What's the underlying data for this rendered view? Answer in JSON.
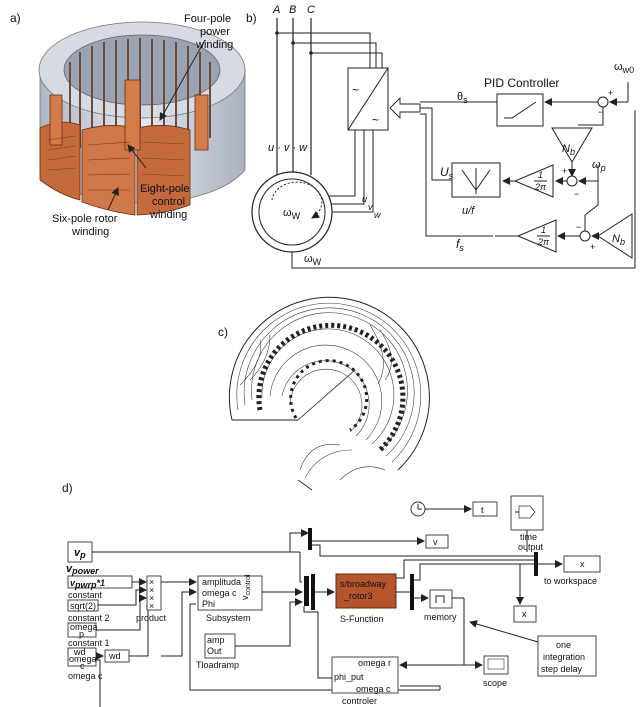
{
  "panel_a": {
    "label": "a)",
    "annot_power": [
      "Four-pole",
      "power",
      "winding"
    ],
    "annot_control": [
      "Eight-pole",
      "control",
      "winding"
    ],
    "annot_rotor": [
      "Six-pole rotor",
      "winding"
    ],
    "colors": {
      "copper": "#c46a3c",
      "stator": "#c9d0dc",
      "core": "#8e97a6"
    }
  },
  "panel_b": {
    "label": "b)",
    "phases": [
      "A",
      "B",
      "C"
    ],
    "motor_terminals": "u · v · w",
    "motor_speed": "ω",
    "motor_speed_sub": "W",
    "out_u": "u",
    "out_v": "v",
    "out_w": "w",
    "feedback_speed": "ω",
    "feedback_speed_sub": "W",
    "inverter_sym_top": "~",
    "inverter_sym_bot": "~",
    "pid_title": "PID Controller",
    "theta": "θ",
    "theta_sub": "s",
    "ref_speed": "ω",
    "ref_speed_sub": "w0",
    "us": "U",
    "us_sub": "s",
    "uf": "u/f",
    "fs": "f",
    "fs_sub": "s",
    "nb": "N",
    "nb_sub": "b",
    "omega_p": "ω",
    "omega_p_sub": "p",
    "gain_num": "1",
    "gain_den": "2π",
    "signs": {
      "plus": "+",
      "minus": "−"
    }
  },
  "panel_c": {
    "label": "c)"
  },
  "panel_d": {
    "label": "d)",
    "vp": "v",
    "vp_sub": "p",
    "v_power": "v",
    "v_power_sub": "power",
    "vpwr_block": "v",
    "vpwr_block_sub": "pwrp",
    "vpwr_block_tail": "*1",
    "constant_label": "constant",
    "sqrt_block": "sqrt(2)",
    "constant2_label": "constant 2",
    "omega_p_block": [
      "omega",
      "p"
    ],
    "constant1_label": "constant 1",
    "wd_block": [
      "wd",
      "omega",
      "c"
    ],
    "omegac_label": "omega c",
    "wd_goto": "wd",
    "product_label": "product",
    "sub_ports": [
      "amplituda",
      "omega c",
      "Phi"
    ],
    "sub_out": "v",
    "sub_out_sub": "control",
    "subsystem_label": "Subsystem",
    "tload_ports": [
      "amp",
      "Out"
    ],
    "tload_label": "Tloadramp",
    "sfun_text": [
      "s/broadway",
      "_rotor3"
    ],
    "sfun_label": "S-Function",
    "sfun_color": "#b4552d",
    "memory_label": "memory",
    "v_out": "v",
    "t_out": "t",
    "x_out": "x",
    "x_ws": "x",
    "workspace_label": "to workspace",
    "time_output_label": [
      "time",
      "output"
    ],
    "scope_label": "scope",
    "ctrl_ports": [
      "omega r",
      "phi_put",
      "omega c"
    ],
    "ctrl_label": "controler",
    "note": [
      "one",
      "integration",
      "step delay"
    ]
  }
}
